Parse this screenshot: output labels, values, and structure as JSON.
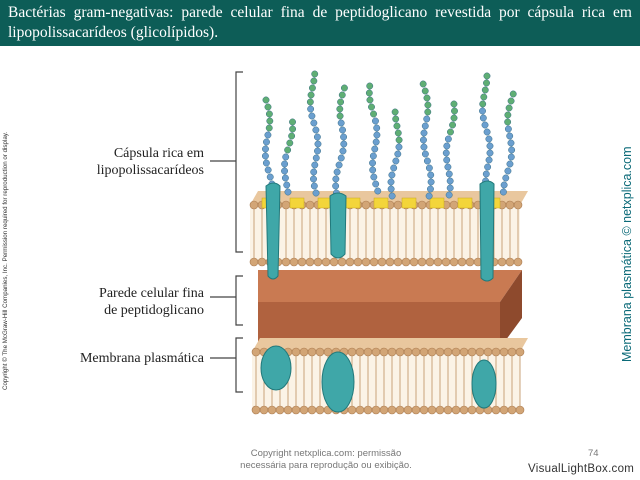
{
  "header": {
    "title": "Bactérias gram-negativas: parede celular fina de peptidoglicano revestida por cápsula rica em lipopolissacarídeos (glicolípidos)."
  },
  "labels": {
    "capsule": "Cápsula rica em lipopolissacarídeos",
    "cell_wall_line1": "Parede celular fina",
    "cell_wall_line2": "de peptidoglicano",
    "membrane": "Membrana plasmática"
  },
  "side_text": {
    "copyright": "Copyright © The McGraw-Hill Companies, Inc. Permission required for reproduction or display.",
    "membrane_credit": "Membrana plasmática © netxplica.com"
  },
  "footer": {
    "note_line1": "Copyright netxplica.com: permissão",
    "note_line2": "necessária para reprodução ou exibição.",
    "page_number": "74",
    "watermark": "VisualLightBox.com"
  },
  "colors": {
    "header_bg": "#0d5d57",
    "wall_brown": "#b0623f",
    "lipid_head": "#d2a576",
    "protein_teal": "#3fa7a8",
    "sugar_green": "#5fae74",
    "sugar_blue": "#6b9fcf",
    "yellow_block": "#f3d53a"
  }
}
